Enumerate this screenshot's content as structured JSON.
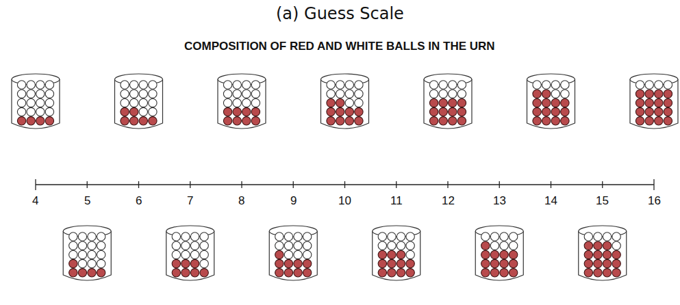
{
  "diagram": {
    "title": "(a) Guess Scale",
    "labels": [
      "COMPOSITION OF RED AND WHITE BALLS IN THE URN",
      "4",
      "5",
      "6",
      "7",
      "8",
      "9",
      "10",
      "11",
      "12",
      "13",
      "14",
      "15",
      "16"
    ]
  }
}
